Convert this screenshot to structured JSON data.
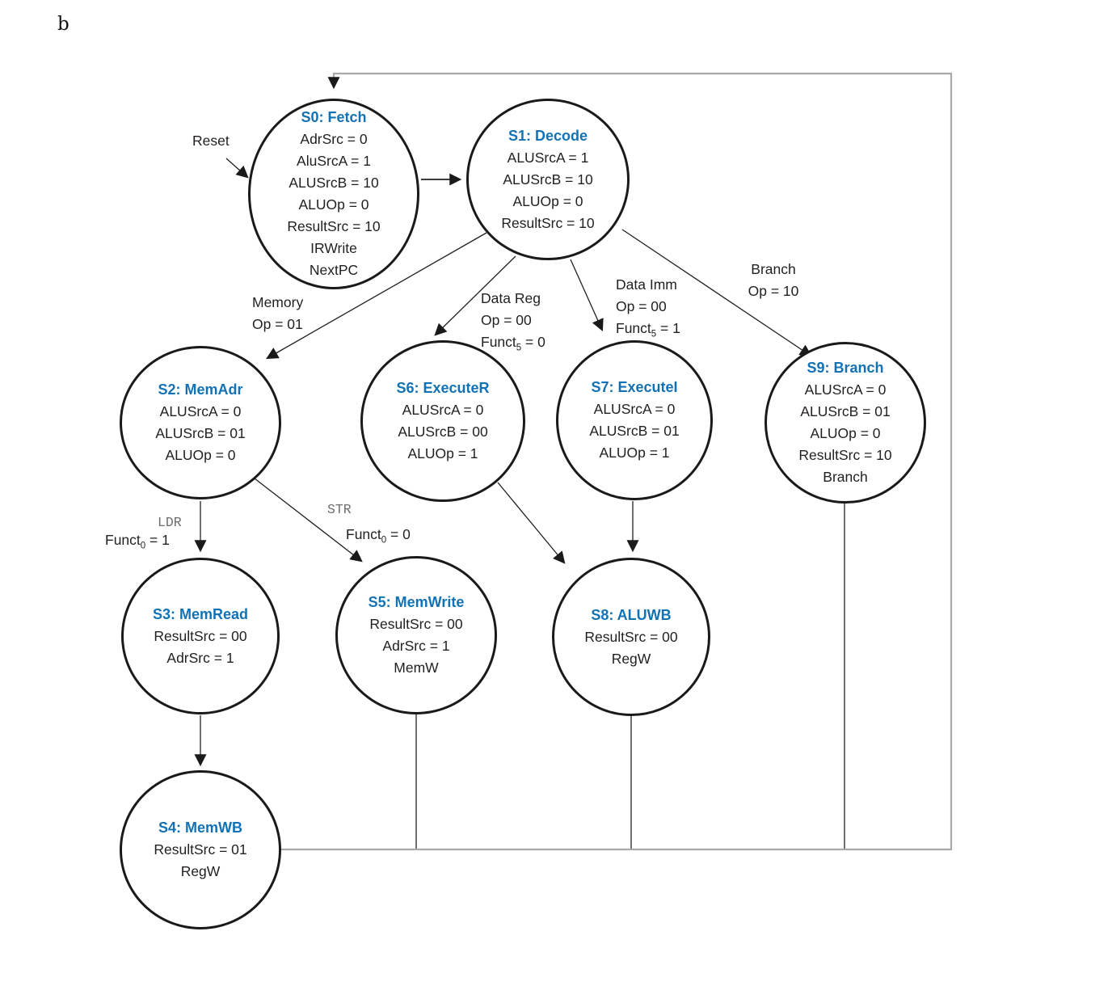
{
  "figure_label": "b",
  "colors": {
    "state_title_blue": "#1272b6",
    "text": "#231f20",
    "loop_gray": "#a7a9ac",
    "mnemonic_gray": "#6e6e6e"
  },
  "states": {
    "s0": {
      "title": "S0: Fetch",
      "lines": [
        "AdrSrc = 0",
        "AluSrcA = 1",
        "ALUSrcB = 10",
        "ALUOp = 0",
        "ResultSrc = 10",
        "IRWrite",
        "NextPC"
      ]
    },
    "s1": {
      "title": "S1: Decode",
      "lines": [
        "ALUSrcA = 1",
        "ALUSrcB = 10",
        "ALUOp = 0",
        "ResultSrc = 10"
      ]
    },
    "s2": {
      "title": "S2: MemAdr",
      "lines": [
        "ALUSrcA = 0",
        "ALUSrcB = 01",
        "ALUOp = 0"
      ]
    },
    "s3": {
      "title": "S3: MemRead",
      "lines": [
        "ResultSrc = 00",
        "AdrSrc = 1"
      ]
    },
    "s4": {
      "title": "S4: MemWB",
      "lines": [
        "ResultSrc = 01",
        "RegW"
      ]
    },
    "s5": {
      "title": "S5: MemWrite",
      "lines": [
        "ResultSrc = 00",
        "AdrSrc = 1",
        "MemW"
      ]
    },
    "s6": {
      "title": "S6: ExecuteR",
      "lines": [
        "ALUSrcA = 0",
        "ALUSrcB = 00",
        "ALUOp = 1"
      ]
    },
    "s7": {
      "title": "S7: ExecuteI",
      "lines": [
        "ALUSrcA = 0",
        "ALUSrcB = 01",
        "ALUOp = 1"
      ]
    },
    "s8": {
      "title": "S8: ALUWB",
      "lines": [
        "ResultSrc = 00",
        "RegW"
      ]
    },
    "s9": {
      "title": "S9: Branch",
      "lines": [
        "ALUSrcA = 0",
        "ALUSrcB = 01",
        "ALUOp = 0",
        "ResultSrc = 10",
        "Branch"
      ]
    }
  },
  "edge_labels": {
    "reset": "Reset",
    "memory": {
      "line1": "Memory",
      "line2": "Op = 01"
    },
    "data_reg": {
      "line1": "Data Reg",
      "line2": "Op = 00",
      "funct_pre": "Funct",
      "funct_sub": "5",
      "funct_post": " = 0"
    },
    "data_imm": {
      "line1": "Data Imm",
      "line2": "Op = 00",
      "funct_pre": "Funct",
      "funct_sub": "5",
      "funct_post": " = 1"
    },
    "branch": {
      "line1": "Branch",
      "line2": "Op = 10"
    },
    "ldr": {
      "mnemonic": "LDR",
      "funct_pre": "Funct",
      "funct_sub": "0",
      "funct_post": " = 1"
    },
    "str": {
      "mnemonic": "STR",
      "funct_pre": "Funct",
      "funct_sub": "0",
      "funct_post": " = 0"
    }
  }
}
